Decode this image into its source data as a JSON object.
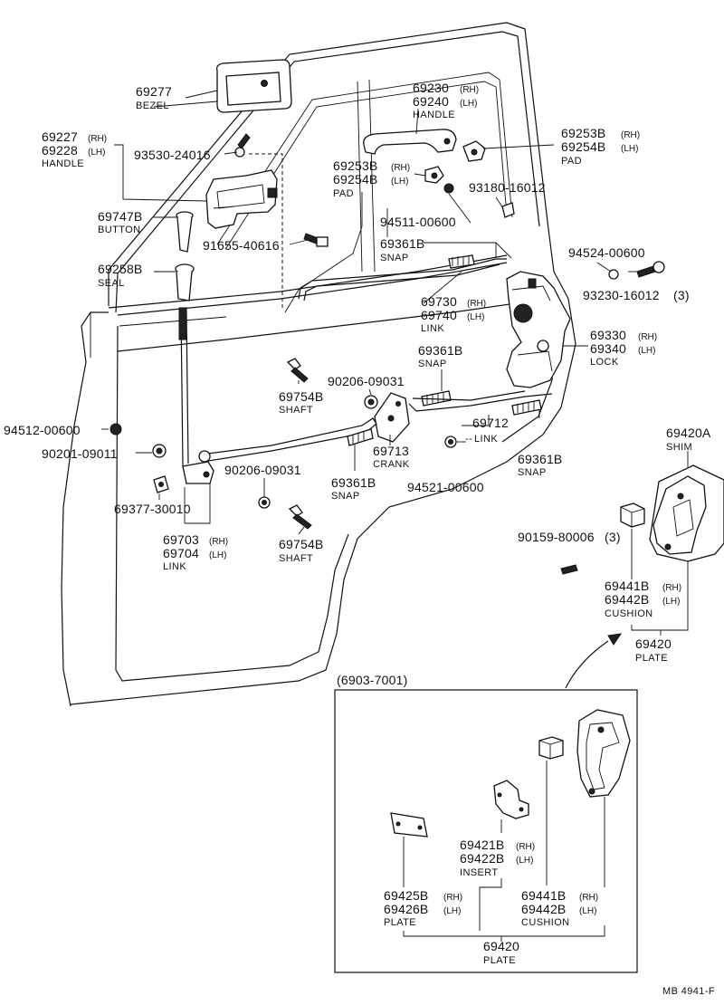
{
  "diagram_code": "MB 4941-F",
  "inset_header": "(6903-7001)",
  "labels": {
    "bezel": {
      "part": "69277",
      "name": "BEZEL"
    },
    "handle_inner": {
      "rh": "69227",
      "lh": "69228",
      "rh_tag": "(RH)",
      "lh_tag": "(LH)",
      "name": "HANDLE"
    },
    "screw_93530": {
      "part": "93530-24016"
    },
    "button": {
      "part": "69747B",
      "name": "BUTTON"
    },
    "screw_91655": {
      "part": "91655-40616"
    },
    "seal": {
      "part": "69258B",
      "name": "SEAL"
    },
    "handle_outer": {
      "rh": "69230",
      "lh": "69240",
      "rh_tag": "(RH)",
      "lh_tag": "(LH)",
      "name": "HANDLE"
    },
    "pad_left": {
      "rh": "69253B",
      "lh": "69254B",
      "rh_tag": "(RH)",
      "lh_tag": "(LH)",
      "name": "PAD"
    },
    "pad_right": {
      "rh": "69253B",
      "lh": "69254B",
      "rh_tag": "(RH)",
      "lh_tag": "(LH)",
      "name": "PAD"
    },
    "screw_93180": {
      "part": "93180-16012"
    },
    "nut_94511": {
      "part": "94511-00600"
    },
    "snap_top": {
      "part": "69361B",
      "name": "SNAP"
    },
    "nut_94524": {
      "part": "94524-00600"
    },
    "screw_93230": {
      "part": "93230-16012",
      "qty": "(3)"
    },
    "link_69730": {
      "rh": "69730",
      "lh": "69740",
      "rh_tag": "(RH)",
      "lh_tag": "(LH)",
      "name": "LINK"
    },
    "lock": {
      "rh": "69330",
      "lh": "69340",
      "rh_tag": "(RH)",
      "lh_tag": "(LH)",
      "name": "LOCK"
    },
    "snap_mid": {
      "part": "69361B",
      "name": "SNAP"
    },
    "washer_90206_top": {
      "part": "90206-09031"
    },
    "shaft_top": {
      "part": "69754B",
      "name": "SHAFT"
    },
    "nut_94512": {
      "part": "94512-00600"
    },
    "washer_90201": {
      "part": "90201-09011"
    },
    "crank": {
      "part": "69713",
      "name": "CRANK"
    },
    "link_69712": {
      "part": "69712",
      "name": "LINK"
    },
    "snap_right": {
      "part": "69361B",
      "name": "SNAP"
    },
    "snap_low": {
      "part": "69361B",
      "name": "SNAP"
    },
    "washer_90206_low": {
      "part": "90206-09031"
    },
    "nut_94521": {
      "part": "94521-00600"
    },
    "clip_69377": {
      "part": "69377-30010"
    },
    "link_69703": {
      "rh": "69703",
      "lh": "69704",
      "rh_tag": "(RH)",
      "lh_tag": "(LH)",
      "name": "LINK"
    },
    "shaft_low": {
      "part": "69754B",
      "name": "SHAFT"
    },
    "shim": {
      "part": "69420A",
      "name": "SHIM"
    },
    "screw_90159": {
      "part": "90159-80006",
      "qty": "(3)"
    },
    "cushion_main": {
      "rh": "69441B",
      "lh": "69442B",
      "rh_tag": "(RH)",
      "lh_tag": "(LH)",
      "name": "CUSHION"
    },
    "plate_main": {
      "part": "69420",
      "name": "PLATE"
    },
    "insert_inset": {
      "rh": "69421B",
      "lh": "69422B",
      "rh_tag": "(RH)",
      "lh_tag": "(LH)",
      "name": "INSERT"
    },
    "plate_small_inset": {
      "rh": "69425B",
      "lh": "69426B",
      "rh_tag": "(RH)",
      "lh_tag": "(LH)",
      "name": "PLATE"
    },
    "cushion_inset": {
      "rh": "69441B",
      "lh": "69442B",
      "rh_tag": "(RH)",
      "lh_tag": "(LH)",
      "name": "CUSHION"
    },
    "plate_inset": {
      "part": "69420",
      "name": "PLATE"
    }
  }
}
